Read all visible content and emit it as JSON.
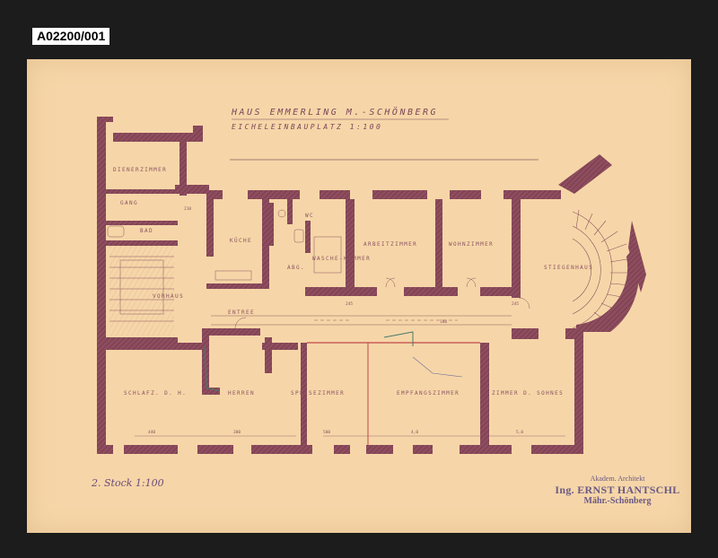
{
  "archive_id": "A02200/001",
  "title": "HAUS EMMERLING  M.-SCHÖNBERG",
  "subtitle": "EICHELEINBAUPLATZ 1:100",
  "caption": "2. Stock  1:100",
  "stamp": {
    "line1": "Akadem. Architekt",
    "line2": "Ing. ERNST HANTSCHL",
    "line3": "Mähr.-Schönberg"
  },
  "rooms": {
    "dienerzimmer": "DIENERZIMMER",
    "gang": "GANG",
    "bad": "BAD",
    "kueche": "KÜCHE",
    "wc": "WC",
    "abg": "ABG.",
    "wasch": "WASCHE-KAMMER",
    "arbeitszimmer": "ARBEITZIMMER",
    "wohnzimmer": "WOHNZIMMER",
    "stiegenhaus": "STIEGENHAUS",
    "vorhaus": "VORHAUS",
    "entree": "ENTREE",
    "schlafz": "SCHLAFZ. D. H.",
    "speisez": "SPEISEZIMMER",
    "empfangsz": "EMPFANGSZIMMER",
    "zimmer": "ZIMMER D. SOHNES",
    "herren": "HERREN"
  },
  "colors": {
    "paper": "#f6d6a8",
    "walls": "#8a4a5a",
    "ink_stamp": "#6a5a86"
  }
}
